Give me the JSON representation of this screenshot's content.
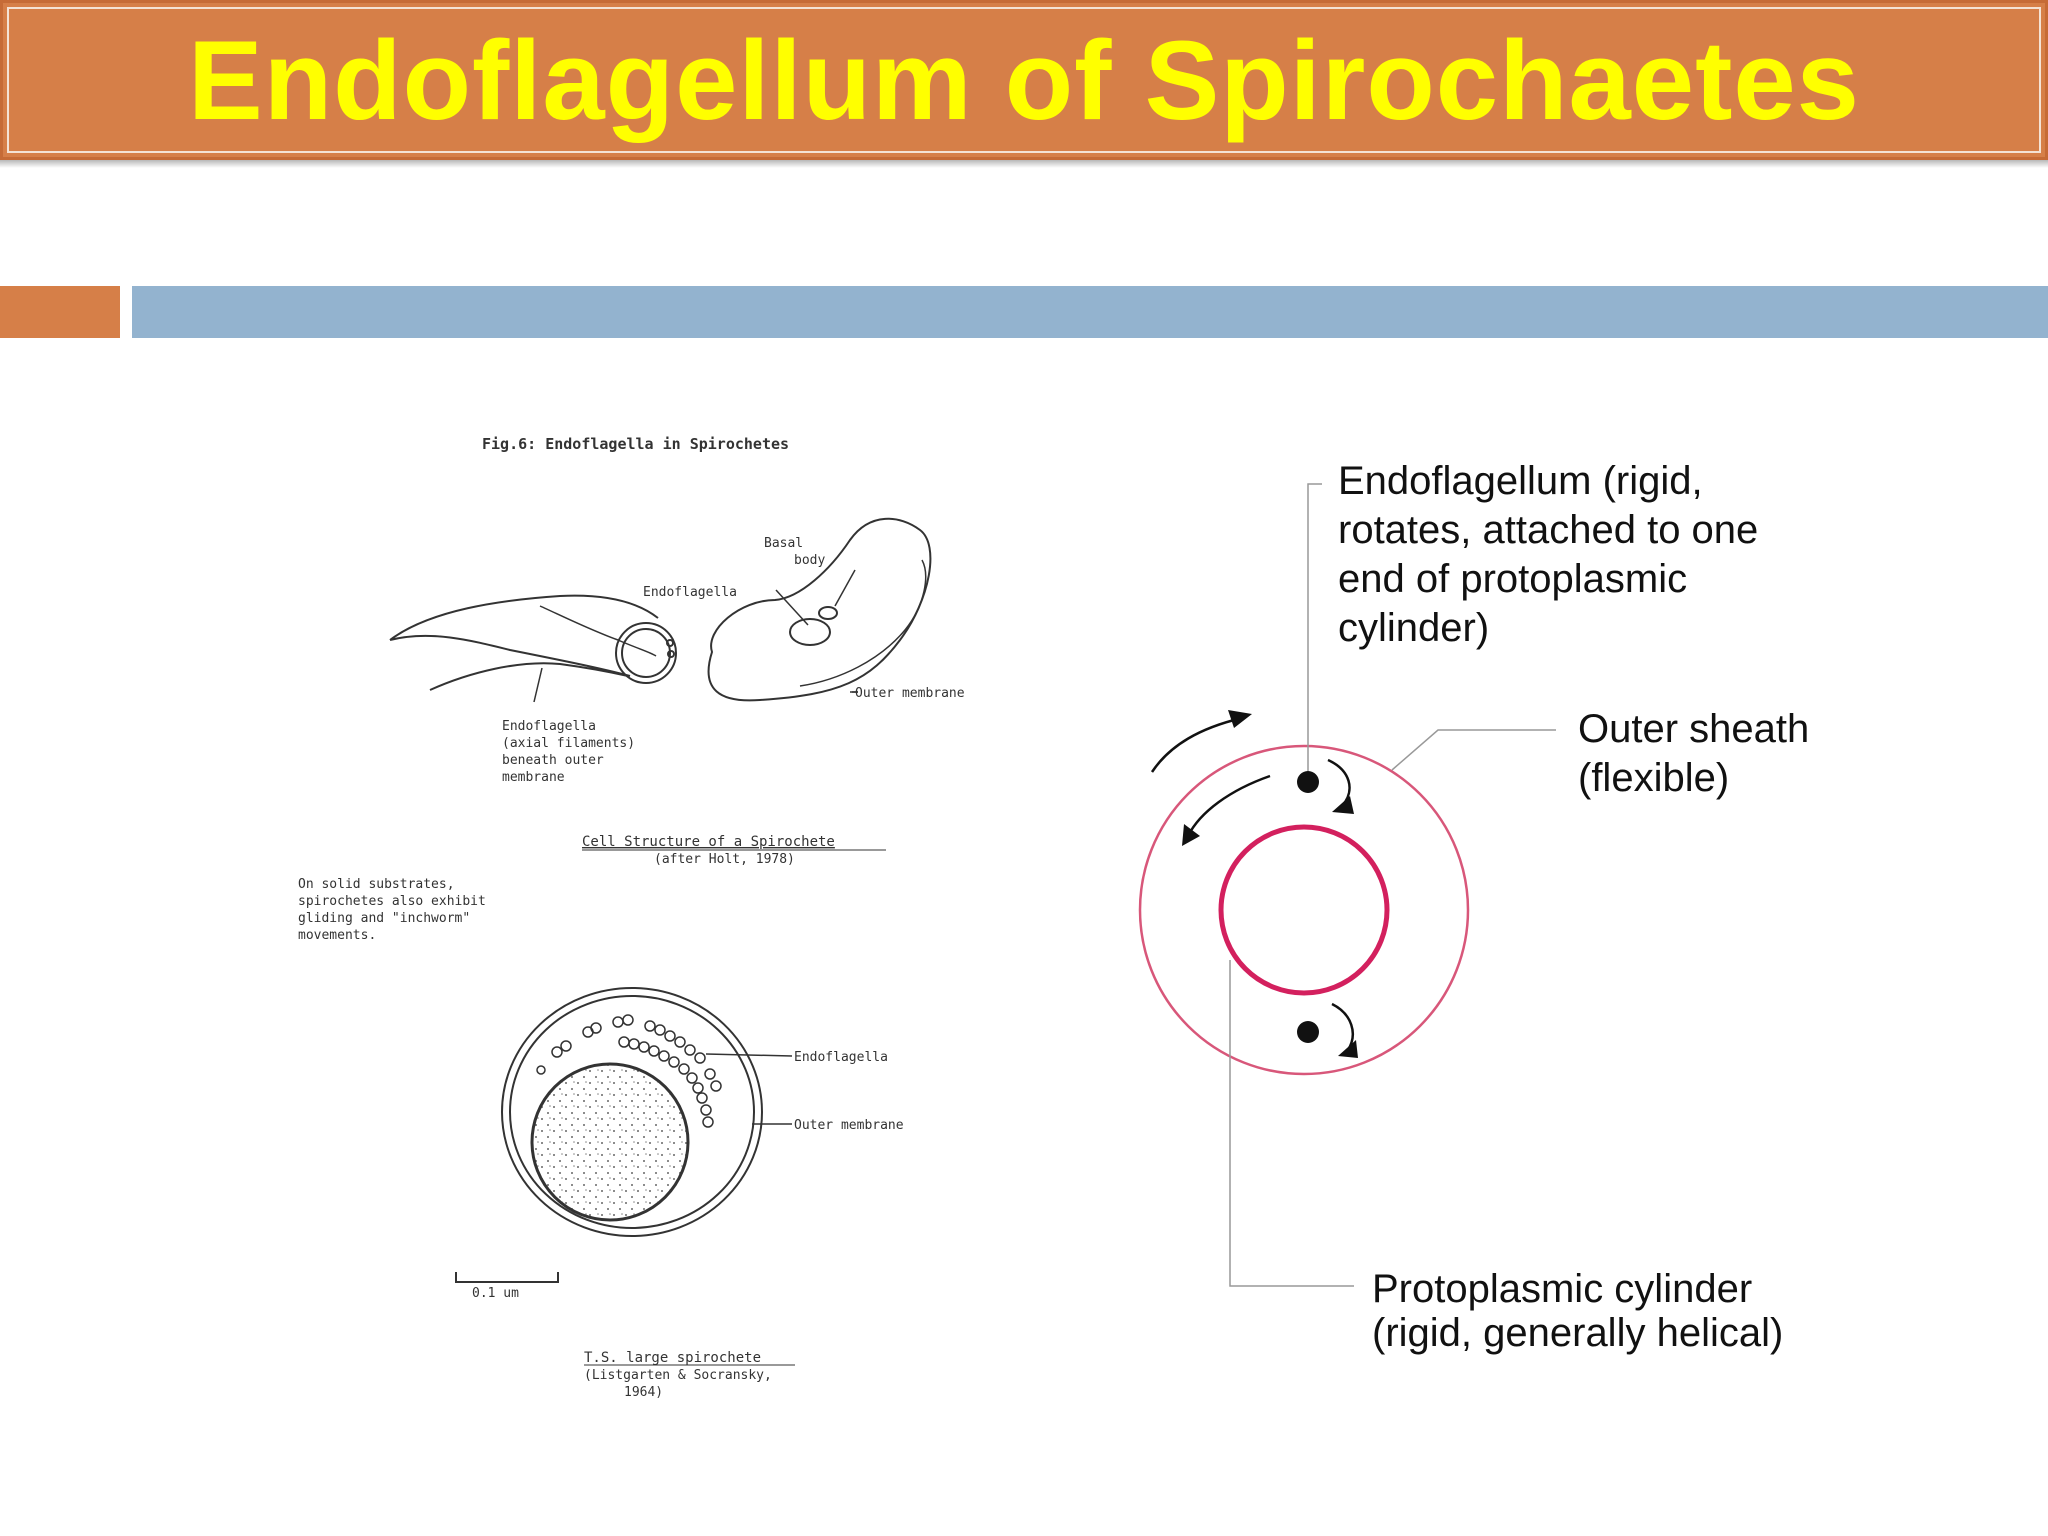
{
  "slide": {
    "title": "Endoflagellum of Spirochaetes",
    "colors": {
      "title_bar": "#d67f48",
      "title_text": "#ffff00",
      "accent_orange": "#d67f48",
      "accent_blue": "#93b3cf",
      "sheath_ring": "#d8577a",
      "cylinder_ring": "#d3205e"
    }
  },
  "left_figure": {
    "fig_caption": "Fig.6: Endoflagella in Spirochetes",
    "labels": {
      "basal_line1": "Basal",
      "basal_line2": "body",
      "endoflagella": "Endoflagella",
      "outer_membrane": "Outer membrane",
      "axial_lines": [
        "Endoflagella",
        "(axial filaments)",
        "beneath outer",
        "membrane"
      ]
    },
    "cell_structure_caption": "Cell Structure of a Spirochete",
    "cell_structure_credit": "(after Holt, 1978)",
    "note_lines": [
      "On solid substrates,",
      "spirochetes also exhibit",
      "gliding and \"inchworm\"",
      "movements."
    ],
    "ts_labels": {
      "endoflagella": "Endoflagella",
      "outer_membrane": "Outer membrane"
    },
    "scale_label": "0.1 um",
    "ts_caption": "T.S. large spirochete",
    "ts_credit_line1": "(Listgarten & Socransky,",
    "ts_credit_line2": "1964)"
  },
  "right_figure": {
    "endoflagellum_lines": [
      "Endoflagellum (rigid,",
      "rotates, attached to one",
      "end of protoplasmic",
      "cylinder)"
    ],
    "outer_sheath_lines": [
      "Outer sheath",
      "(flexible)"
    ],
    "cylinder_lines": [
      "Protoplasmic cylinder",
      "(rigid, generally helical)"
    ]
  }
}
